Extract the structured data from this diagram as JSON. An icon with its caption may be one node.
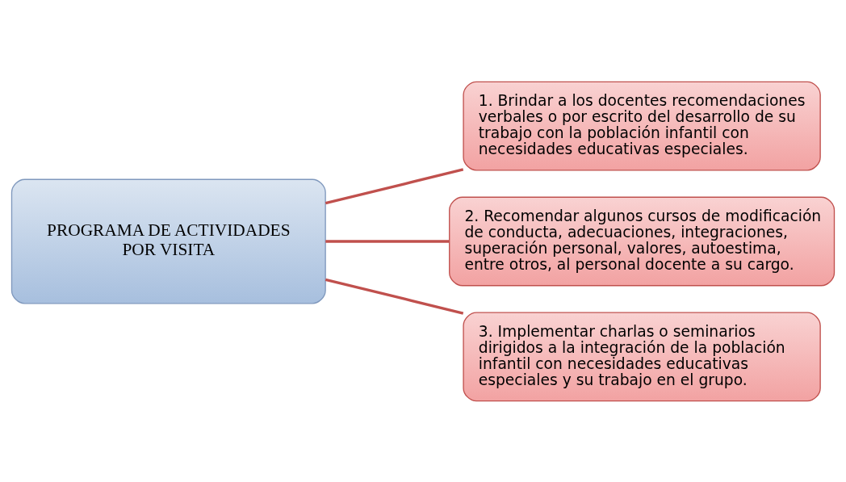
{
  "diagram": {
    "nodes": [
      {
        "text": [
          "PROGRAMA DE ACTIVIDADES POR VISITA"
        ]
      },
      {
        "text": [
          "1. Brindar a los docentes recomendaciones verbales o por escrito del desarrollo de su trabajo con la población infantil con necesidades educativas especiales."
        ]
      },
      {
        "text": [
          "2. Recomendar algunos cursos de modificación de conducta, adecuaciones, integraciones, superación personal, valores, autoestima, entre otros, al personal docente a su cargo."
        ]
      },
      {
        "text": [
          "3. Implementar charlas o seminarios dirigidos a la integración de la población infantil con necesidades educativas especiales y su trabajo en el grupo."
        ]
      }
    ],
    "edges": [
      {
        "from": 0,
        "to": 1,
        "arrow": "none"
      },
      {
        "from": 0,
        "to": 2,
        "arrow": "none"
      },
      {
        "from": 0,
        "to": 3,
        "arrow": "none"
      }
    ]
  }
}
